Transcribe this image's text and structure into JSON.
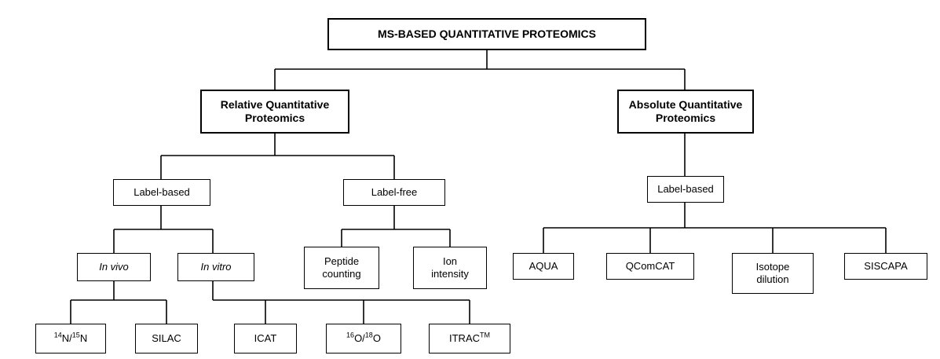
{
  "root": "MS-BASED QUANTITATIVE PROTEOMICS",
  "relative": {
    "label": "Relative Quantitative\nProteomics"
  },
  "absolute": {
    "label": "Absolute Quantitative\nProteomics"
  },
  "relative_label_based": "Label-based",
  "relative_label_free": "Label-free",
  "in_vivo": "In vivo",
  "in_vitro": "In vitro",
  "peptide_counting": "Peptide\ncounting",
  "ion_intensity": "Ion\nintensity",
  "n14_n15": {
    "sup1": "14",
    "base1": "N/",
    "sup2": "15",
    "base2": "N"
  },
  "silac": "SILAC",
  "icat": "ICAT",
  "o16_o18": {
    "sup1": "16",
    "base1": "O/",
    "sup2": "18",
    "base2": "O"
  },
  "itrac": {
    "base": "ITRAC",
    "sup": "TM"
  },
  "absolute_label_based": "Label-based",
  "aqua": "AQUA",
  "qcomcat": "QComCAT",
  "isotope_dilution": "Isotope\ndilution",
  "siscapa": "SISCAPA"
}
